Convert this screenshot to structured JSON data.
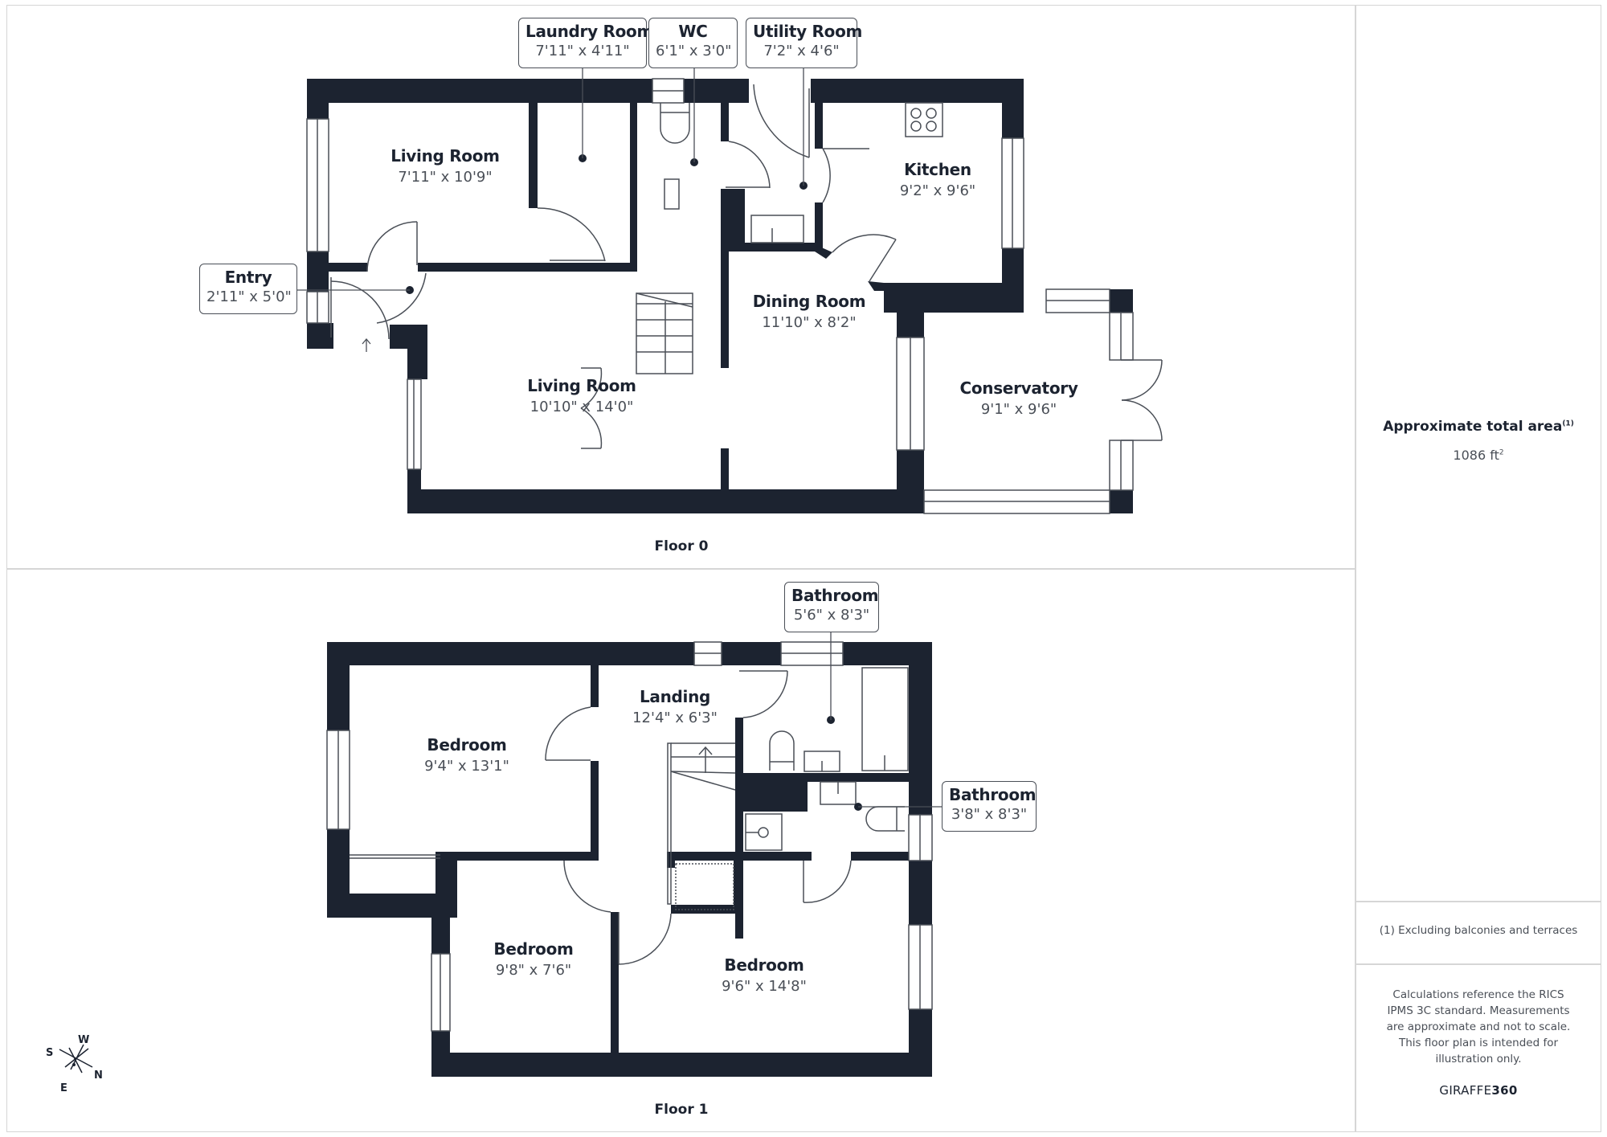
{
  "floors": [
    {
      "title": "Floor 0",
      "rooms": [
        {
          "name": "Living Room",
          "dims": "7'11\" x 10'9\""
        },
        {
          "name": "Laundry Room",
          "dims": "7'11\" x 4'11\""
        },
        {
          "name": "WC",
          "dims": "6'1\" x 3'0\""
        },
        {
          "name": "Utility Room",
          "dims": "7'2\" x 4'6\""
        },
        {
          "name": "Kitchen",
          "dims": "9'2\" x 9'6\""
        },
        {
          "name": "Entry",
          "dims": "2'11\" x 5'0\""
        },
        {
          "name": "Dining Room",
          "dims": "11'10\" x 8'2\""
        },
        {
          "name": "Living Room",
          "dims": "10'10\" x 14'0\""
        },
        {
          "name": "Conservatory",
          "dims": "9'1\" x 9'6\""
        }
      ]
    },
    {
      "title": "Floor 1",
      "rooms": [
        {
          "name": "Bathroom",
          "dims": "5'6\" x 8'3\""
        },
        {
          "name": "Landing",
          "dims": "12'4\" x 6'3\""
        },
        {
          "name": "Bedroom",
          "dims": "9'4\" x 13'1\""
        },
        {
          "name": "Bathroom",
          "dims": "3'8\" x 8'3\""
        },
        {
          "name": "Bedroom",
          "dims": "9'8\" x 7'6\""
        },
        {
          "name": "Bedroom",
          "dims": "9'6\" x 14'8\""
        }
      ]
    }
  ],
  "summary": {
    "area_title": "Approximate total area",
    "area_footnote_marker": "(1)",
    "area_value": "1086 ft",
    "area_unit_sup": "2",
    "footnote": "(1) Excluding balconies and terraces",
    "disclaimer": "Calculations reference the RICS IPMS 3C standard. Measurements are approximate and not to scale. This floor plan is intended for illustration only.",
    "brand_prefix": "GIRAFFE",
    "brand_suffix": "360"
  },
  "compass": {
    "n": "N",
    "s": "S",
    "e": "E",
    "w": "W"
  },
  "colors": {
    "wall": "#1c2330",
    "line": "#4a4f57",
    "border": "#d6d6d6"
  }
}
